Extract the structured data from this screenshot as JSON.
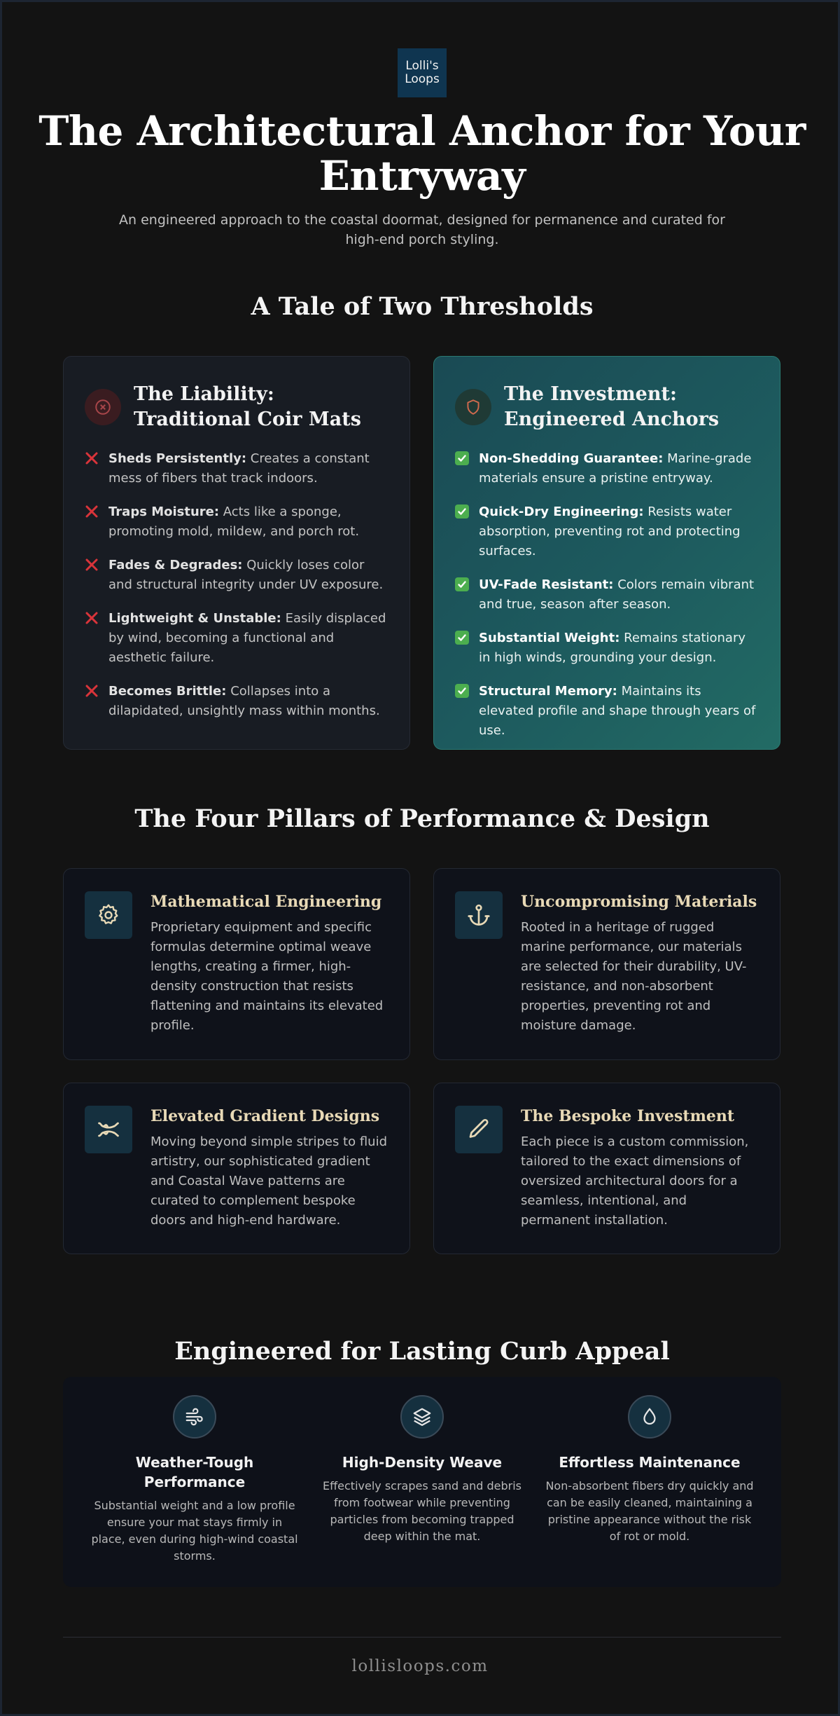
{
  "brand": {
    "logo_line1": "Lolli's",
    "logo_line2": "Loops"
  },
  "hero": {
    "title": "The Architectural Anchor for Your Entryway",
    "subtitle": "An engineered approach to the coastal doormat, designed for permanence and curated for high-end porch styling."
  },
  "comparison": {
    "heading": "A Tale of Two Thresholds",
    "liability": {
      "title": "The Liability: Traditional Coir Mats",
      "icon": "x-circle-icon",
      "points": [
        {
          "label": "Sheds Persistently:",
          "text": " Creates a constant mess of fibers that track indoors."
        },
        {
          "label": "Traps Moisture:",
          "text": " Acts like a sponge, promoting mold, mildew, and porch rot."
        },
        {
          "label": "Fades & Degrades:",
          "text": " Quickly loses color and structural integrity under UV exposure."
        },
        {
          "label": "Lightweight & Unstable:",
          "text": " Easily displaced by wind, becoming a functional and aesthetic failure."
        },
        {
          "label": "Becomes Brittle:",
          "text": " Collapses into a dilapidated, unsightly mass within months."
        }
      ]
    },
    "investment": {
      "title": "The Investment: Engineered Anchors",
      "icon": "shield-icon",
      "points": [
        {
          "label": "Non-Shedding Guarantee:",
          "text": " Marine-grade materials ensure a pristine entryway."
        },
        {
          "label": "Quick-Dry Engineering:",
          "text": " Resists water absorption, preventing rot and protecting surfaces."
        },
        {
          "label": "UV-Fade Resistant:",
          "text": " Colors remain vibrant and true, season after season."
        },
        {
          "label": "Substantial Weight:",
          "text": " Remains stationary in high winds, grounding your design."
        },
        {
          "label": "Structural Memory:",
          "text": " Maintains its elevated profile and shape through years of use."
        }
      ]
    }
  },
  "pillars": {
    "heading": "The Four Pillars of Performance & Design",
    "items": [
      {
        "title": "Mathematical Engineering",
        "icon": "gear-icon",
        "text": "Proprietary equipment and specific formulas determine optimal weave lengths, creating a firmer, high-density construction that resists flattening and maintains its elevated profile."
      },
      {
        "title": "Uncompromising Materials",
        "icon": "anchor-icon",
        "text": "Rooted in a heritage of rugged marine performance, our materials are selected for their durability, UV-resistance, and non-absorbent properties, preventing rot and moisture damage."
      },
      {
        "title": "Elevated Gradient Designs",
        "icon": "wave-icon",
        "text": "Moving beyond simple stripes to fluid artistry, our sophisticated gradient and Coastal Wave patterns are curated to complement bespoke doors and high-end hardware."
      },
      {
        "title": "The Bespoke Investment",
        "icon": "pencil-icon",
        "text": "Each piece is a custom commission, tailored to the exact dimensions of oversized architectural doors for a seamless, intentional, and permanent installation."
      }
    ]
  },
  "curb_appeal": {
    "heading": "Engineered for Lasting Curb Appeal",
    "features": [
      {
        "title": "Weather-Tough Performance",
        "icon": "wind-icon",
        "text": "Substantial weight and a low profile ensure your mat stays firmly in place, even during high-wind coastal storms."
      },
      {
        "title": "High-Density Weave",
        "icon": "layers-icon",
        "text": "Effectively scrapes sand and debris from footwear while preventing particles from becoming trapped deep within the mat."
      },
      {
        "title": "Effortless Maintenance",
        "icon": "droplet-icon",
        "text": "Non-absorbent fibers dry quickly and can be easily cleaned, maintaining a pristine appearance without the risk of rot or mold."
      }
    ]
  },
  "footer": {
    "website": "lollisloops.com"
  },
  "colors": {
    "background": "#131313",
    "accent_gold": "#e8d9b6",
    "teal_card": "#1d5a5e",
    "danger_red": "#d9343a",
    "success_green": "#4cae4f"
  }
}
